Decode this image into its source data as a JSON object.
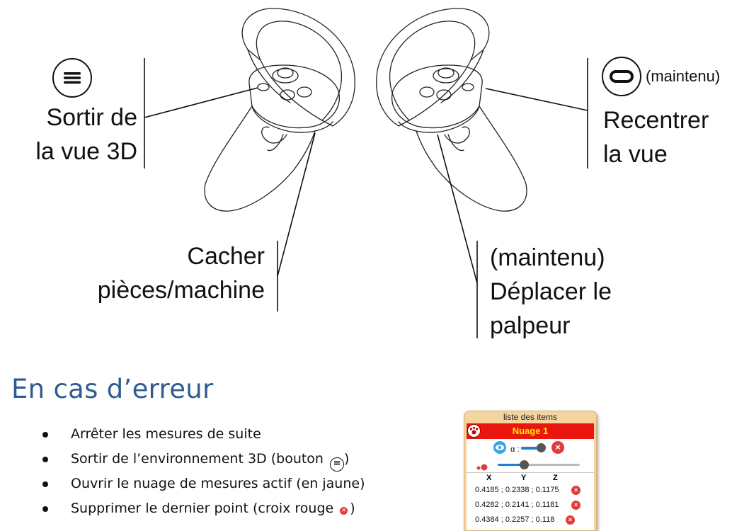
{
  "labels": {
    "left_top_line1": "Sortir de",
    "left_top_line2": "la vue 3D",
    "left_bottom_line1": "Cacher",
    "left_bottom_line2": "pièces/machine",
    "right_top_hold": "(maintenu)",
    "right_top_line1": "Recentrer",
    "right_top_line2": "la vue",
    "right_bottom_line1": "(maintenu)",
    "right_bottom_line2": "Déplacer le",
    "right_bottom_line3": "palpeur"
  },
  "icons": {
    "menu_button": "menu-icon",
    "oculus_button": "oculus-icon"
  },
  "section": {
    "title": "En cas d’erreur",
    "steps": [
      "Arrêter les mesures de suite",
      "Sortir de l’environnement 3D (bouton",
      "Ouvrir le nuage de mesures actif (en jaune)",
      "Supprimer le dernier point (croix rouge"
    ],
    "step2_suffix": ")",
    "step4_suffix": ")"
  },
  "panel": {
    "title": "liste des items",
    "header": "Nuage 1",
    "alpha_label": "α :",
    "columns": [
      "X",
      "Y",
      "Z"
    ],
    "rows": [
      "0.4185 ; 0.2338 ; 0.1175",
      "0.4282 ; 0.2141 ; 0.1181",
      "0.4384 ; 0.2257 ; 0.118"
    ],
    "alpha_slider_value": 0.62,
    "size_slider_value": 0.32
  },
  "colors": {
    "heading": "#2f5b91",
    "panel_header": "#e8160c",
    "panel_header_text": "#ffe800",
    "panel_bg": "#f6d49e",
    "delete_red": "#e23b3b"
  }
}
